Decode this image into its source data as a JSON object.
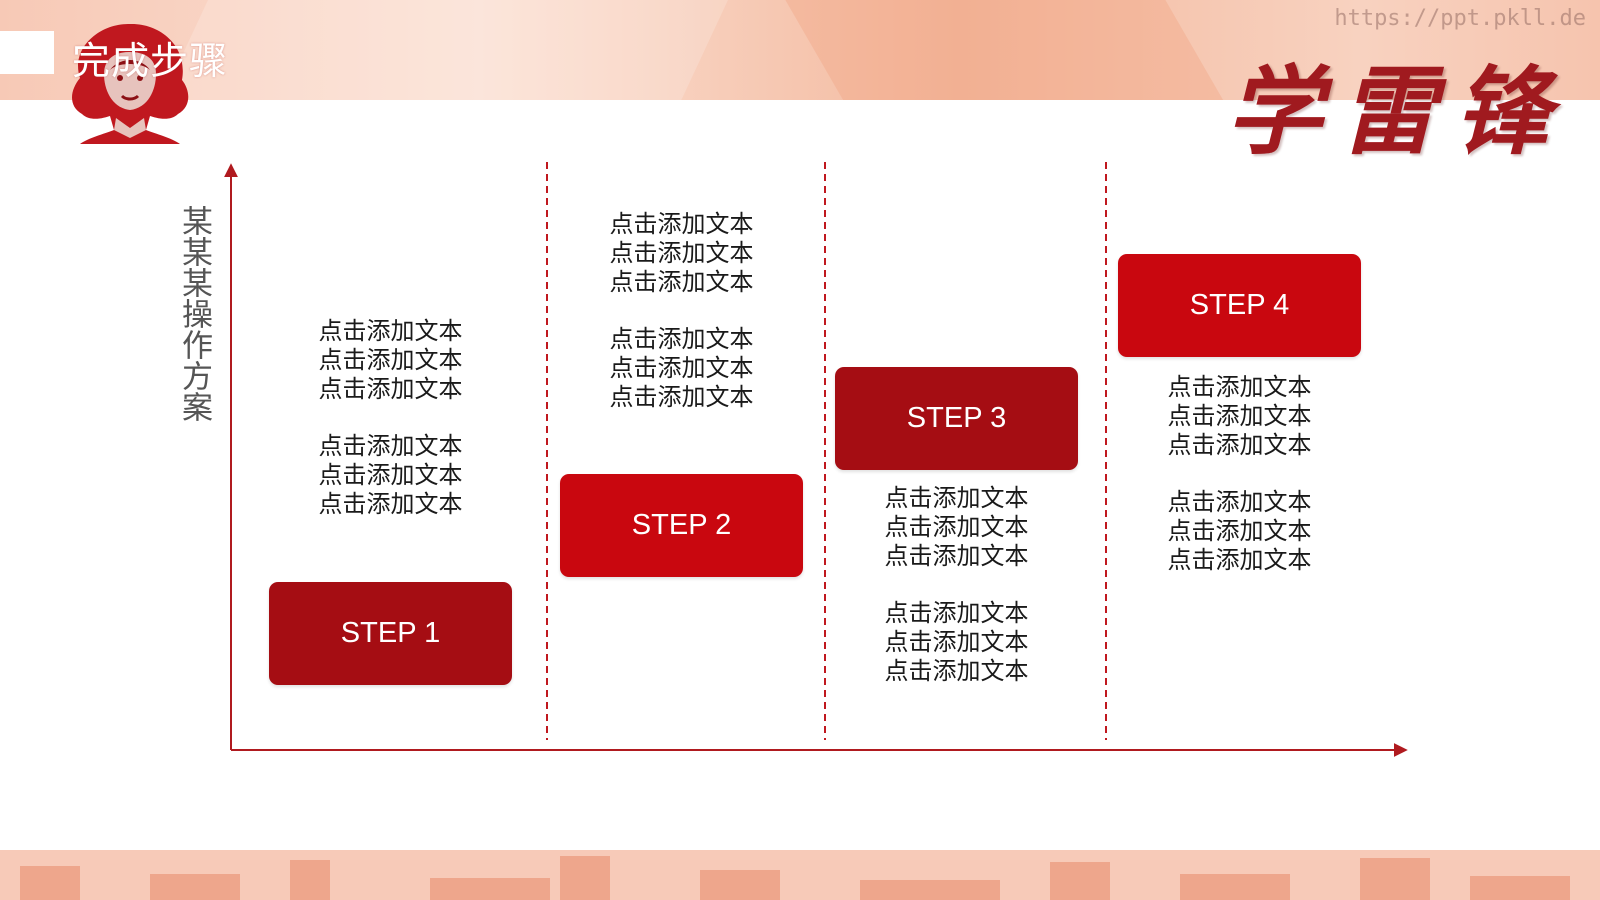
{
  "header": {
    "title": "完成步骤",
    "watermark": "https://ppt.pkll.de",
    "brand": "学雷锋"
  },
  "diagram": {
    "y_axis_label": "某某某操作方案",
    "steps": [
      {
        "label": "STEP 1",
        "blocks": [
          [
            "点击添加文本",
            "点击添加文本",
            "点击添加文本"
          ],
          [
            "点击添加文本",
            "点击添加文本",
            "点击添加文本"
          ]
        ]
      },
      {
        "label": "STEP 2",
        "blocks": [
          [
            "点击添加文本",
            "点击添加文本",
            "点击添加文本"
          ],
          [
            "点击添加文本",
            "点击添加文本",
            "点击添加文本"
          ]
        ]
      },
      {
        "label": "STEP 3",
        "blocks": [
          [
            "点击添加文本",
            "点击添加文本",
            "点击添加文本"
          ],
          [
            "点击添加文本",
            "点击添加文本",
            "点击添加文本"
          ]
        ]
      },
      {
        "label": "STEP 4",
        "blocks": [
          [
            "点击添加文本",
            "点击添加文本",
            "点击添加文本"
          ],
          [
            "点击添加文本",
            "点击添加文本",
            "点击添加文本"
          ]
        ]
      }
    ]
  },
  "colors": {
    "accent_dark": "#a50d13",
    "accent_bright": "#c9070f",
    "axis": "#b01a1f",
    "header_band": "#f7c9b6"
  },
  "icons": {
    "portrait": "lei-feng-portrait-icon",
    "axis_arrow": "arrow-icon"
  }
}
